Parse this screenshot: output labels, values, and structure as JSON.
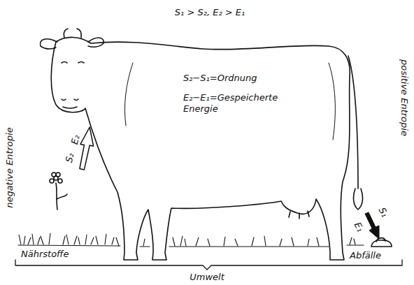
{
  "diagram": {
    "labels": [
      "S₁ > S₂, E₂ > E₁",
      "S₂−S₁=Ordnung",
      "E₂−E₁=Gespeicherte Energie",
      "negative Entropie",
      "S₂",
      "E₂",
      "positive Entropie",
      "S₁",
      "E₁",
      "Nährstoffe",
      "Abfälle",
      "Umwelt"
    ]
  }
}
